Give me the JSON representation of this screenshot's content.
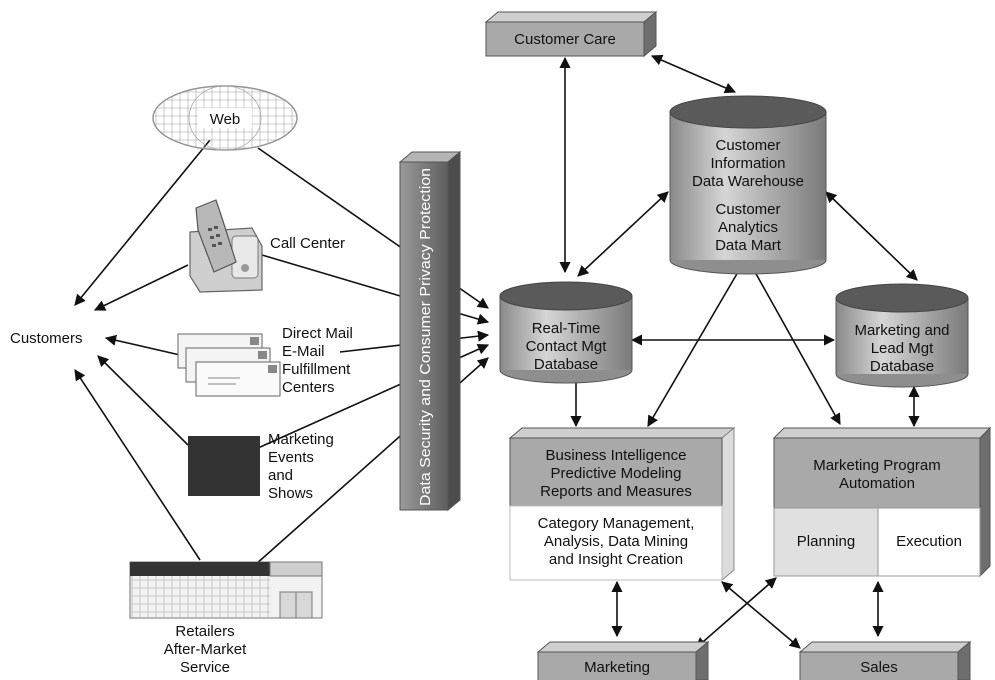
{
  "nodes": {
    "web": "Web",
    "call_center": "Call Center",
    "customers": "Customers",
    "direct_mail": [
      "Direct Mail",
      "E-Mail",
      "Fulfillment",
      "Centers"
    ],
    "marketing_events": [
      "Marketing",
      "Events",
      "and",
      "Shows"
    ],
    "retailers": [
      "Retailers",
      "After-Market",
      "Service"
    ],
    "security_bar": "Data Security and Consumer Privacy Protection",
    "customer_care": "Customer Care",
    "warehouse": [
      "Customer",
      "Information",
      "Data Warehouse",
      "Customer",
      "Analytics",
      "Data Mart"
    ],
    "realtime_db": [
      "Real-Time",
      "Contact Mgt",
      "Database"
    ],
    "marketing_db": [
      "Marketing and",
      "Lead Mgt",
      "Database"
    ],
    "bi_box": [
      "Business Intelligence",
      "Predictive Modeling",
      "Reports and Measures"
    ],
    "bi_sub": [
      "Category Management,",
      "Analysis, Data Mining",
      "and Insight Creation"
    ],
    "mpa_box": [
      "Marketing Program",
      "Automation"
    ],
    "planning": "Planning",
    "execution": "Execution",
    "marketing": "Marketing",
    "sales": "Sales"
  },
  "colors": {
    "box_gray": "#a9a9a9",
    "box_dark": "#6e6e6e",
    "box_light": "#e0e0e0",
    "event_box": "#333333",
    "bar": "#7d7d7d"
  }
}
